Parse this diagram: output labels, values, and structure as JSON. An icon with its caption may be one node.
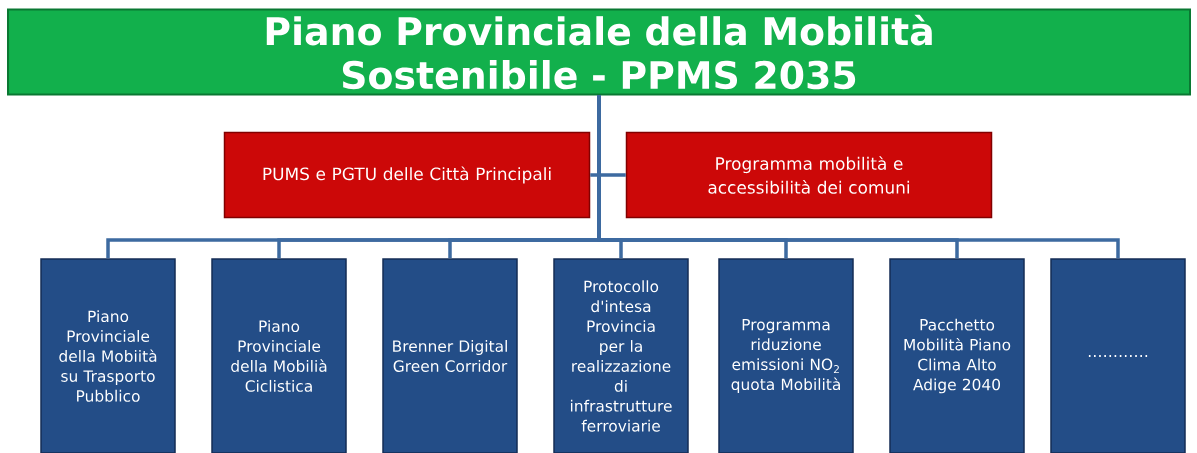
{
  "diagram": {
    "nodes": [
      {
        "text": [
          "Piano Provinciale della Mobilità Sostenibile - PPMS 2035"
        ]
      },
      {
        "text": [
          "PUMS e PGTU delle Città Principali"
        ]
      },
      {
        "text": [
          "Programma mobilità e accessibilità dei comuni"
        ]
      },
      {
        "text": [
          "Piano Provinciale della Mobiità su Trasporto Pubblico"
        ]
      },
      {
        "text": [
          "Piano Provinciale della  Mobilià Ciclistica"
        ]
      },
      {
        "text": [
          "Brenner Digital Green Corridor"
        ]
      },
      {
        "text": [
          "Protocollo d'intesa Provincia per la realizzazione di infrastrutture ferroviarie"
        ]
      },
      {
        "text": [
          "Programma riduzione emissioni NO$_{2}$ quota Mobilità"
        ]
      },
      {
        "text": [
          "Pacchetto Mobilità Piano Clima Alto Adige 2040"
        ]
      },
      {
        "text": [
          "…………"
        ]
      }
    ],
    "edges": [
      {
        "from": 0,
        "to": 1,
        "arrow": "none"
      },
      {
        "from": 0,
        "to": 2,
        "arrow": "none"
      },
      {
        "from": 0,
        "to": 3,
        "arrow": "none"
      },
      {
        "from": 0,
        "to": 4,
        "arrow": "none"
      },
      {
        "from": 0,
        "to": 5,
        "arrow": "none"
      },
      {
        "from": 0,
        "to": 6,
        "arrow": "none"
      },
      {
        "from": 0,
        "to": 7,
        "arrow": "none"
      },
      {
        "from": 0,
        "to": 8,
        "arrow": "none"
      },
      {
        "from": 0,
        "to": 9,
        "arrow": "none"
      }
    ]
  }
}
